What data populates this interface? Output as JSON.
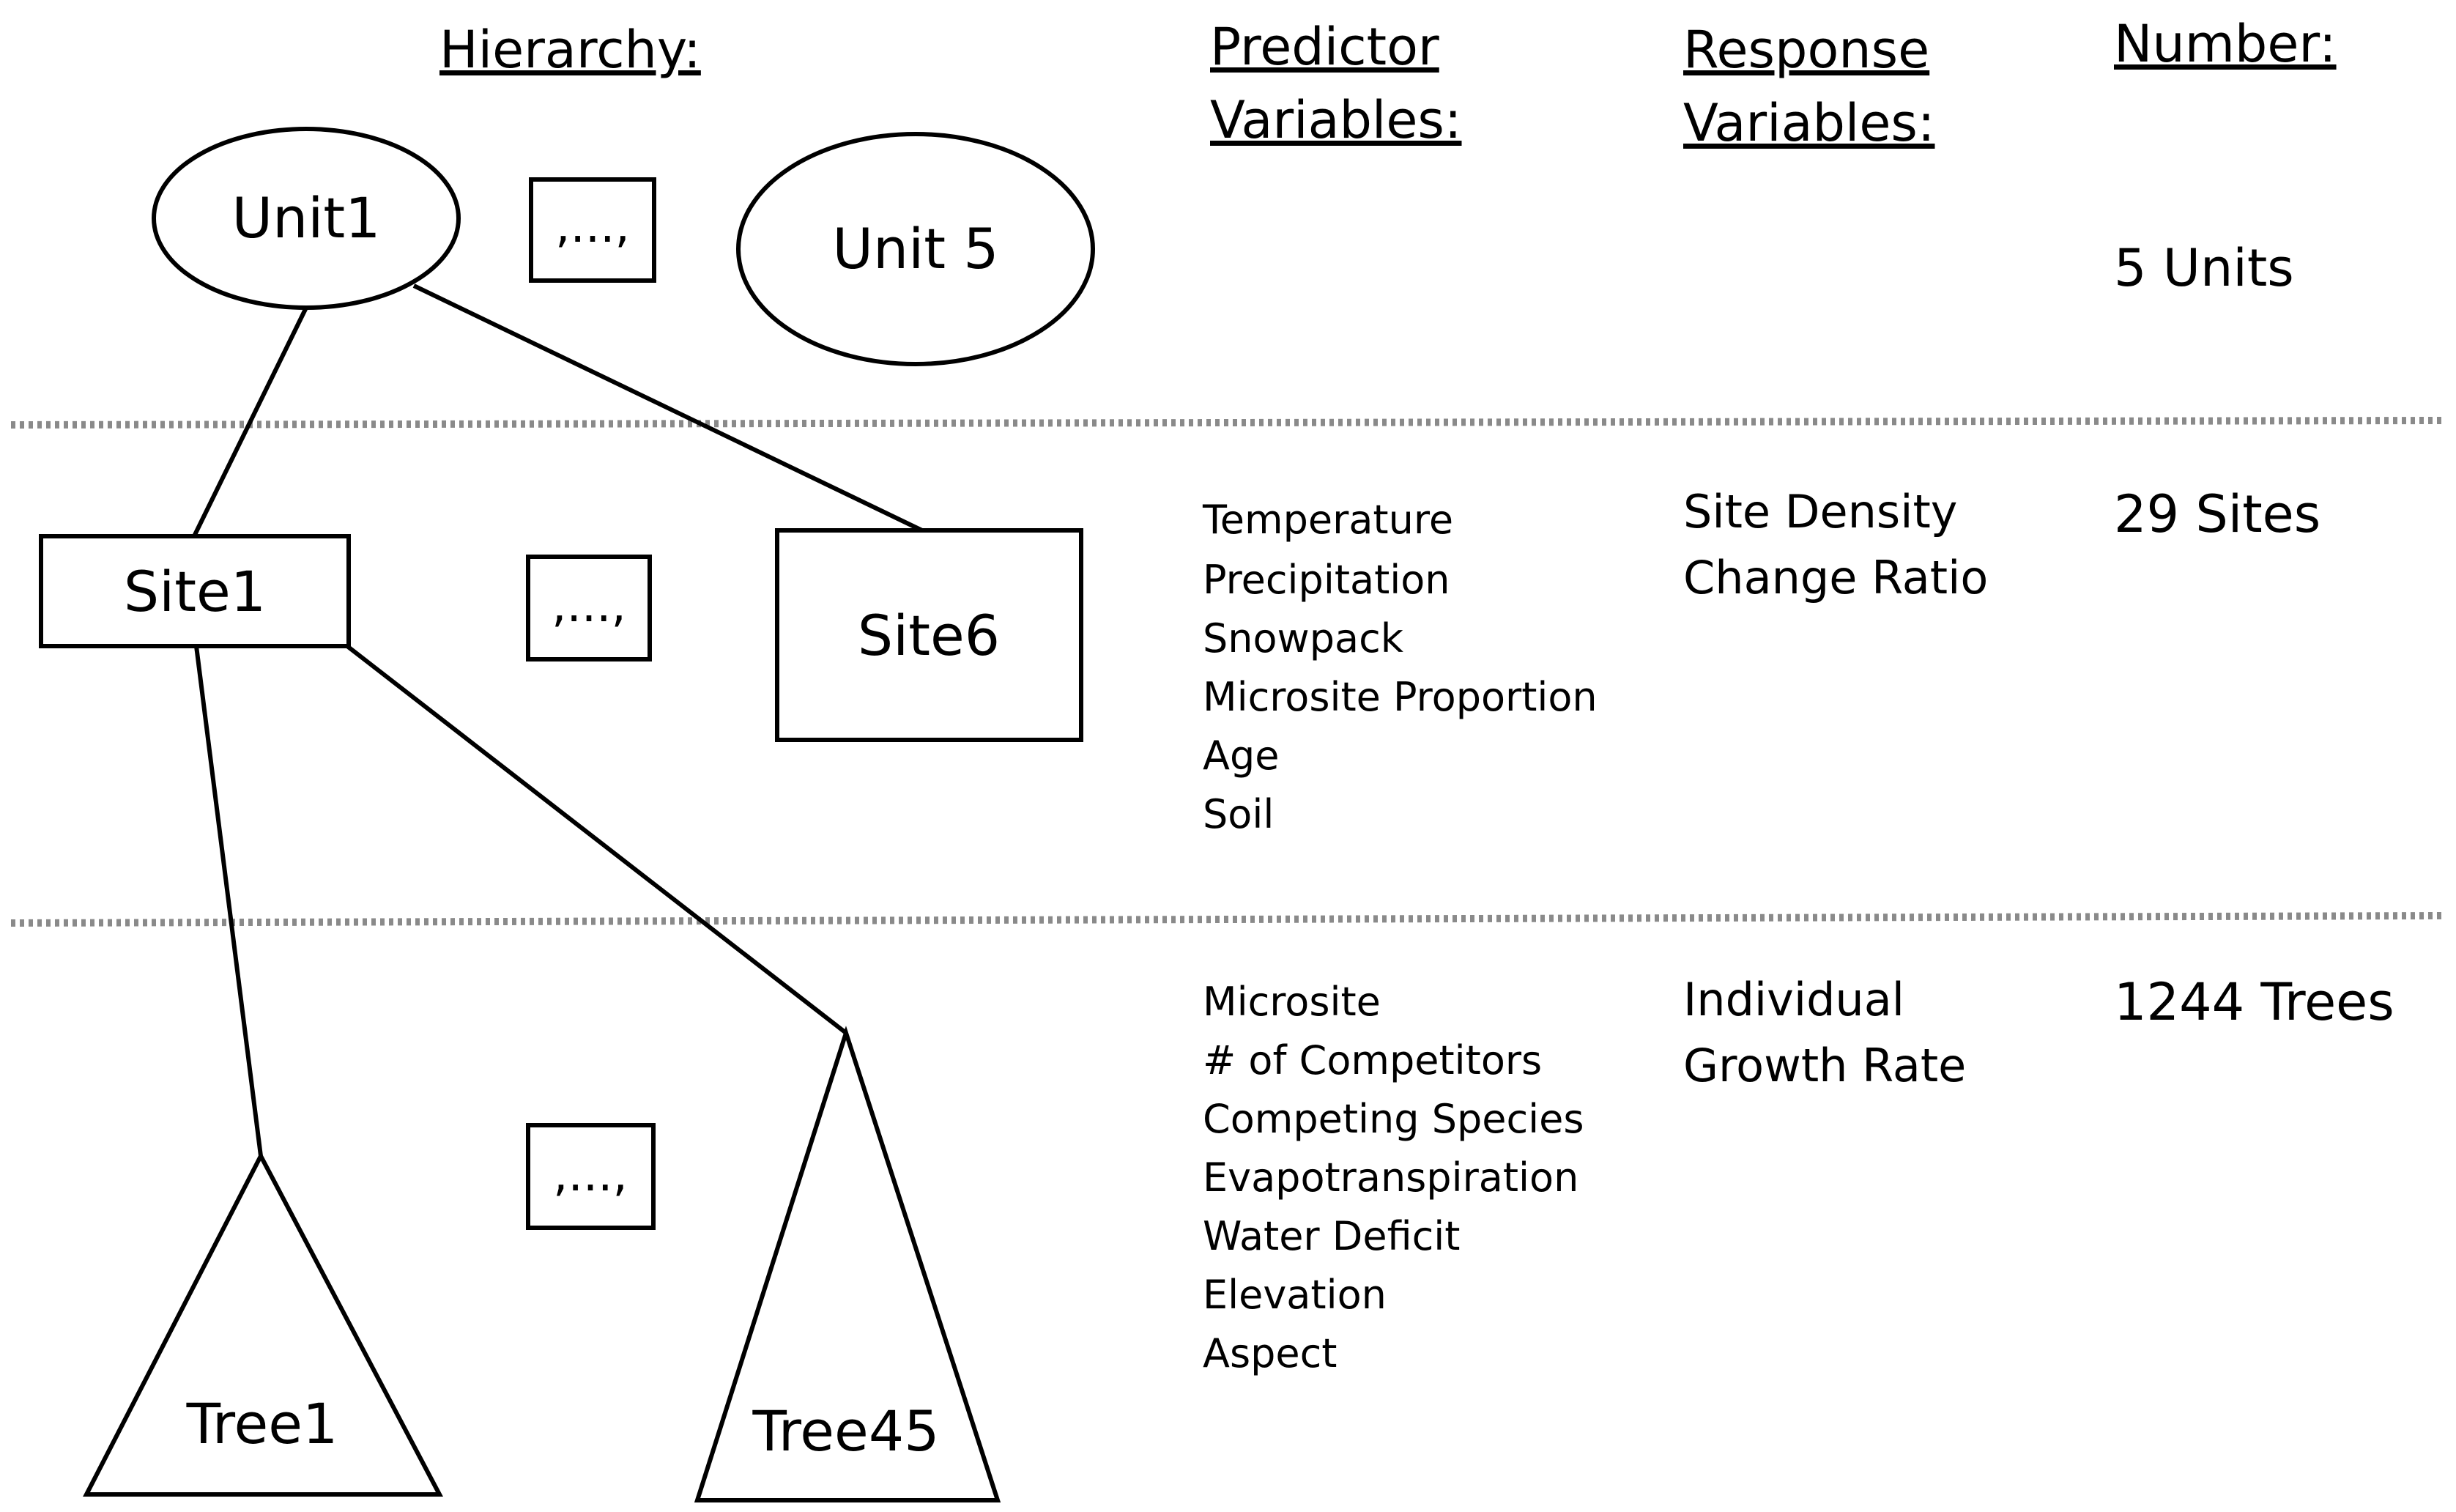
{
  "headings": {
    "hierarchy": "Hierarchy:",
    "predictor_line1": "Predictor",
    "predictor_line2": "Variables:",
    "response_line1": "Response",
    "response_line2": "Variables:",
    "number": "Number:"
  },
  "hierarchy": {
    "unit_first": "Unit1",
    "unit_ellipsis": ",...,",
    "unit_last": "Unit 5",
    "site_first": "Site1",
    "site_ellipsis": ",...,",
    "site_last": "Site6",
    "tree_first": "Tree1",
    "tree_ellipsis": ",...,",
    "tree_last": "Tree45"
  },
  "levels": {
    "unit": {
      "predictors": [],
      "responses": [],
      "count": "5 Units"
    },
    "site": {
      "predictors": [
        "Temperature",
        "Precipitation",
        "Snowpack",
        "Microsite Proportion",
        "Age",
        "Soil"
      ],
      "responses": [
        "Site Density",
        "Change Ratio"
      ],
      "count": "29 Sites"
    },
    "tree": {
      "predictors": [
        "Microsite",
        "# of Competitors",
        "Competing Species",
        "Evapotranspiration",
        "Water Deficit",
        "Elevation",
        "Aspect"
      ],
      "responses": [
        "Individual",
        "Growth Rate"
      ],
      "count": "1244 Trees"
    }
  },
  "colors": {
    "stroke": "#000000",
    "divider": "#8a8a8a",
    "background": "#ffffff"
  }
}
